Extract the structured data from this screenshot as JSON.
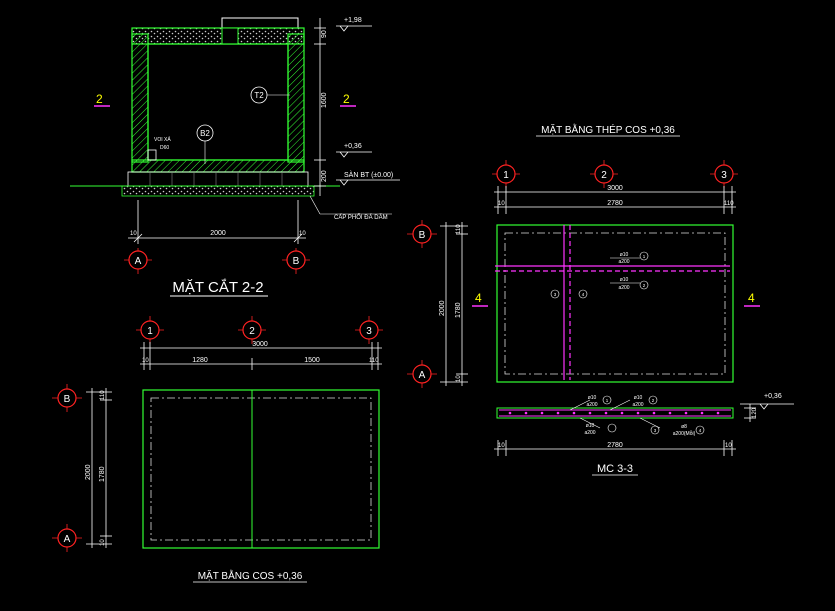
{
  "section": {
    "title": "MẶT CẮT 2-2",
    "cut_left": "2",
    "cut_right": "2",
    "elev_top": "+1,98",
    "elev_mid": "+0,36",
    "floor_label": "SÀN BT (±0.00)",
    "dim_top": "90",
    "dim_mid": "1600",
    "dim_bottom": "200",
    "tag_t2": "T2",
    "tag_b2": "B2",
    "label_voixa": "VOI XẢ",
    "label_d60": "D60",
    "gravel_note": "CẤP PHỐI ĐÁ DĂM",
    "width_dim": "2000",
    "end_left": "10",
    "end_right": "10",
    "axis_a": "A",
    "axis_b": "B"
  },
  "plan": {
    "title": "MẶT BẰNG COS +0,36",
    "axis_1": "1",
    "axis_2": "2",
    "axis_3": "3",
    "axis_a": "A",
    "axis_b": "B",
    "dim_total": "3000",
    "dim_left": "1280",
    "dim_right": "1500",
    "dim_end_l": "10",
    "dim_end_r": "110",
    "dim_v_total": "2000",
    "dim_v_inner": "1780",
    "dim_v_top": "110",
    "dim_v_bottom": "10"
  },
  "rebar": {
    "title": "MẶT BẰNG THÉP COS +0,36",
    "axis_1": "1",
    "axis_2": "2",
    "axis_3": "3",
    "axis_a": "A",
    "axis_b": "B",
    "cut_left": "4",
    "cut_right": "4",
    "dim_total": "3000",
    "dim_inner": "2780",
    "dim_end_l": "10",
    "dim_end_r": "110",
    "dim_v_total": "2000",
    "dim_v_inner": "1780",
    "dim_v_top": "110",
    "dim_v_bottom": "10",
    "bar_a": "ø10",
    "bar_a_spacing": "a200",
    "bar_b": "ø10",
    "bar_b_spacing": "a200",
    "mark_1": "1",
    "mark_2": "2",
    "mark_3": "3",
    "mark_4": "4"
  },
  "mc": {
    "title": "MC 3-3",
    "elev": "+0,36",
    "dim_inner": "2780",
    "dim_end_l": "10",
    "dim_end_r": "10",
    "dim_v": "120",
    "lbl_1": "ø10",
    "lbl_1b": "a200",
    "lbl_2": "ø10",
    "lbl_2b": "a200",
    "lbl_3": "ø10",
    "lbl_3b": "a200",
    "lbl_4": "ø8",
    "lbl_4b": "a200(Mỗi)",
    "mark_1": "1",
    "mark_2": "2",
    "mark_3": "3",
    "mark_4": "4"
  },
  "colors": {
    "background": "#000000",
    "wall": "#33ff33",
    "dimension": "#ffffff",
    "axis_bubble": "#ff2222",
    "cut_label": "#ffff00",
    "rebar": "#ff33ff"
  }
}
